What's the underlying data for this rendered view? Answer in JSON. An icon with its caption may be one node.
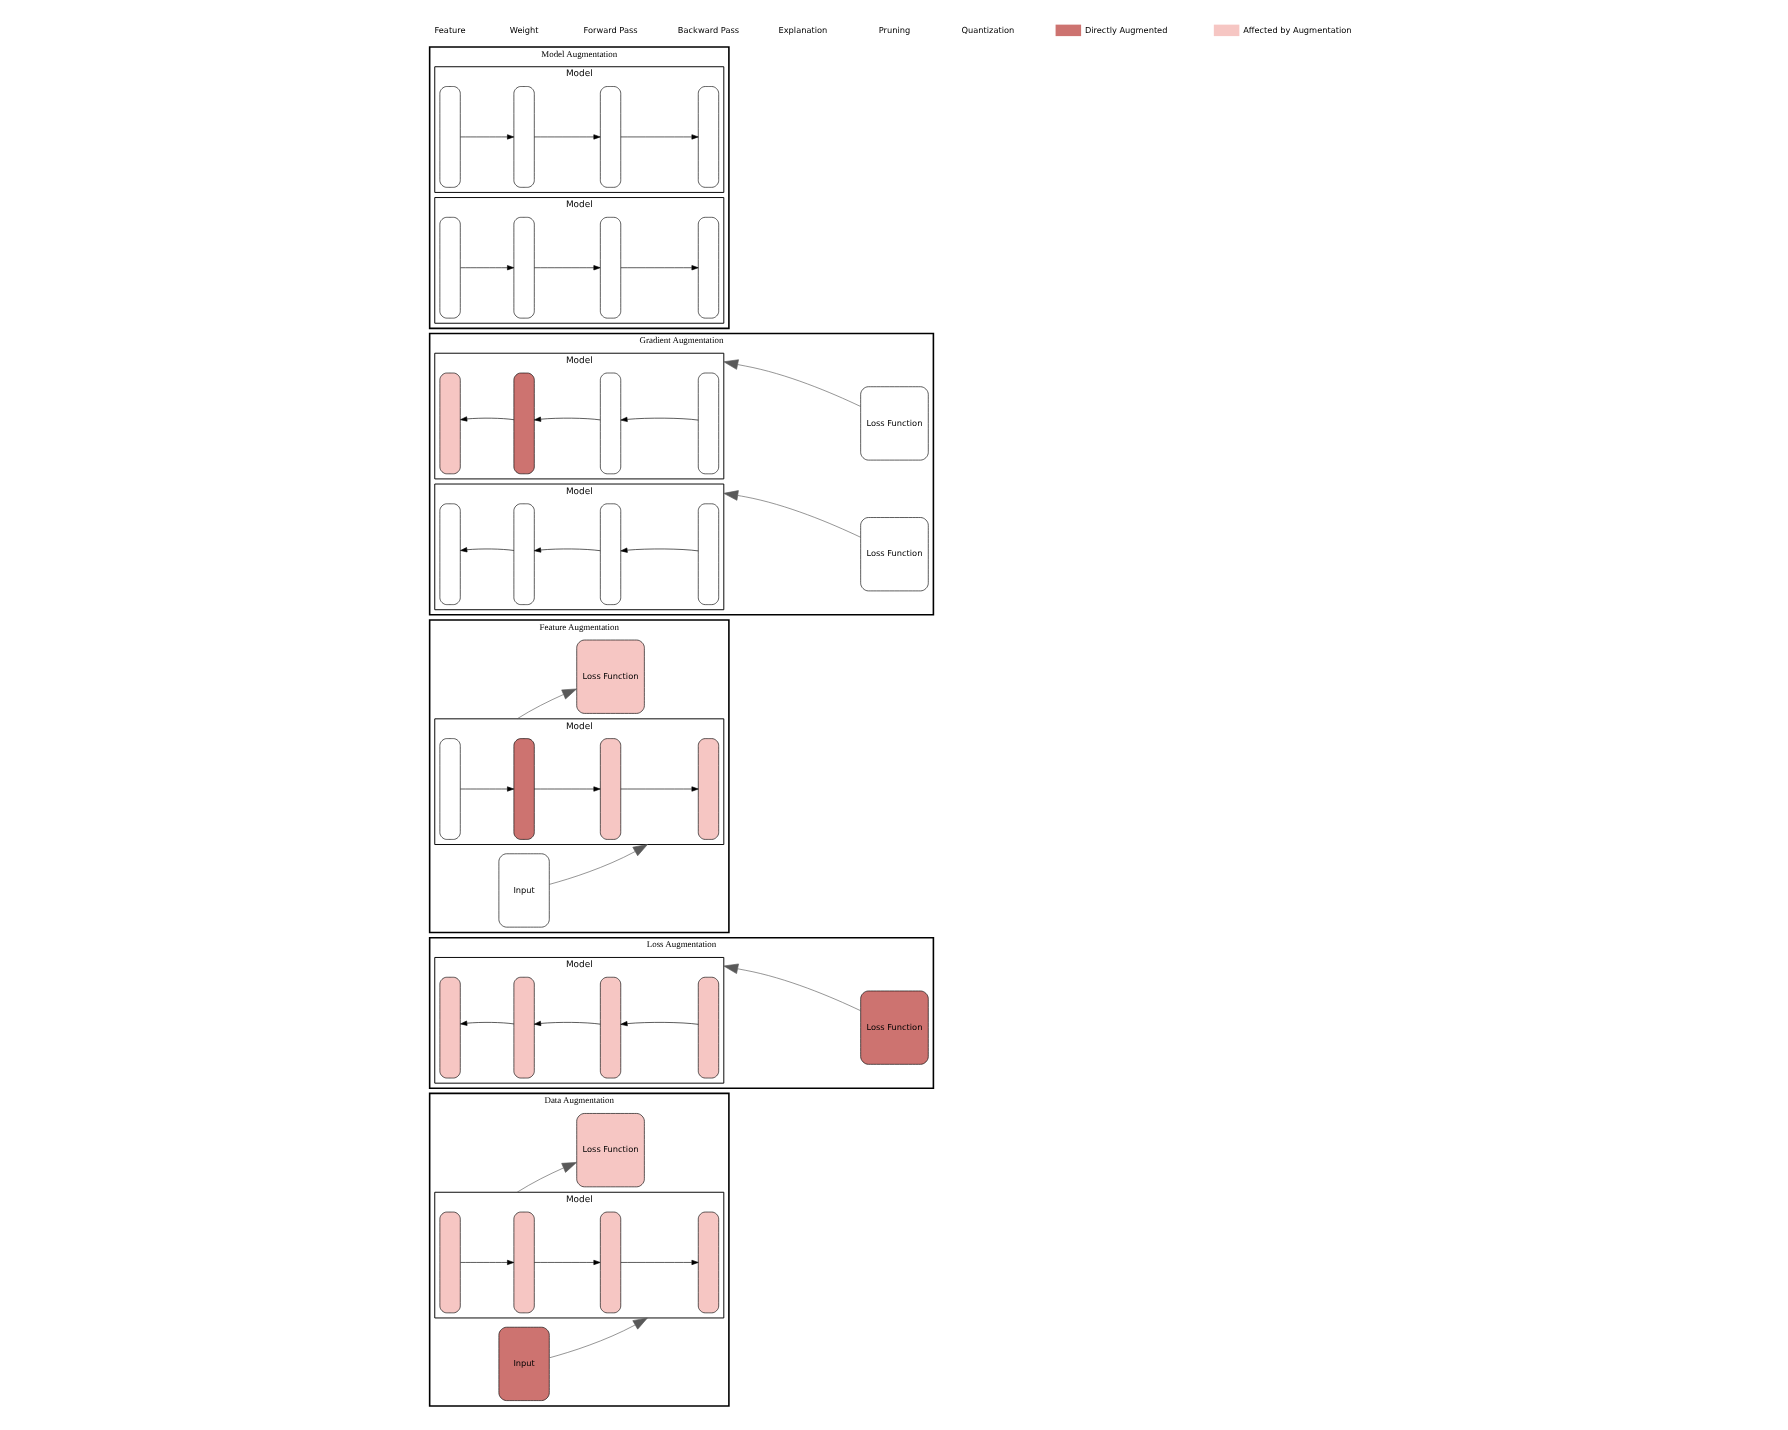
{
  "diagram": {
    "nodes": [
      {
        "text": [
          "Data Augmentation"
        ]
      },
      {
        "text": [
          "Input"
        ],
        "in": 0
      },
      {
        "text": [
          "Model"
        ],
        "in": 0
      },
      {
        "text": [],
        "shape": "bar",
        "in": 2
      },
      {
        "text": [],
        "shape": "bar",
        "in": 2
      },
      {
        "text": [],
        "shape": "bar",
        "in": 2
      },
      {
        "text": [],
        "shape": "bar",
        "in": 2
      },
      {
        "text": [
          "Loss Function"
        ],
        "in": 0
      },
      {
        "text": [
          "Loss Augmentation"
        ]
      },
      {
        "text": [
          "Model"
        ],
        "in": 8
      },
      {
        "text": [],
        "shape": "bar",
        "in": 9
      },
      {
        "text": [],
        "shape": "bar",
        "in": 9
      },
      {
        "text": [],
        "shape": "bar",
        "in": 9
      },
      {
        "text": [],
        "shape": "bar",
        "in": 9
      },
      {
        "text": [
          "Loss Function"
        ],
        "in": 8
      },
      {
        "text": [
          "Feature Augmentation"
        ]
      },
      {
        "text": [
          "Input"
        ],
        "in": 15
      },
      {
        "text": [
          "Model"
        ],
        "in": 15
      },
      {
        "text": [],
        "shape": "bar",
        "in": 17
      },
      {
        "text": [],
        "shape": "bar",
        "in": 17
      },
      {
        "text": [],
        "shape": "bar",
        "in": 17
      },
      {
        "text": [],
        "shape": "bar",
        "in": 17
      },
      {
        "text": [
          "Loss Function"
        ],
        "in": 15
      },
      {
        "text": [
          "Gradient Augmentation"
        ]
      },
      {
        "text": [
          "Model"
        ],
        "in": 23
      },
      {
        "text": [],
        "shape": "bar",
        "in": 24
      },
      {
        "text": [],
        "shape": "bar",
        "in": 24
      },
      {
        "text": [],
        "shape": "bar",
        "in": 24
      },
      {
        "text": [],
        "shape": "bar",
        "in": 24
      },
      {
        "text": [
          "Loss Function"
        ],
        "in": 23
      },
      {
        "text": [
          "Model"
        ],
        "in": 23
      },
      {
        "text": [],
        "shape": "bar",
        "in": 30
      },
      {
        "text": [],
        "shape": "bar",
        "in": 30
      },
      {
        "text": [],
        "shape": "bar",
        "in": 30
      },
      {
        "text": [],
        "shape": "bar",
        "in": 30
      },
      {
        "text": [
          "Loss Function"
        ],
        "in": 23
      },
      {
        "text": [
          "Model Augmentation"
        ]
      },
      {
        "text": [
          "Model"
        ],
        "in": 36
      },
      {
        "text": [],
        "shape": "bar",
        "in": 37
      },
      {
        "text": [],
        "shape": "bar",
        "in": 37
      },
      {
        "text": [],
        "shape": "bar",
        "in": 37
      },
      {
        "text": [],
        "shape": "bar",
        "in": 37
      },
      {
        "text": [
          "Model"
        ],
        "in": 36
      },
      {
        "text": [],
        "shape": "bar",
        "in": 42
      },
      {
        "text": [],
        "shape": "bar",
        "in": 42
      },
      {
        "text": [],
        "shape": "bar",
        "in": 42
      },
      {
        "text": [],
        "shape": "bar",
        "in": 42
      }
    ],
    "edges": [
      {
        "from": 1,
        "to": 2,
        "arrow": "to",
        "color": "#595959"
      },
      {
        "from": 3,
        "to": 4,
        "arrow": "to"
      },
      {
        "from": 4,
        "to": 5,
        "arrow": "to"
      },
      {
        "from": 5,
        "to": 6,
        "arrow": "to"
      },
      {
        "from": 2,
        "to": 7,
        "arrow": "to",
        "color": "#595959"
      },
      {
        "from": 14,
        "to": 9,
        "arrow": "to",
        "color": "#595959"
      },
      {
        "from": 13,
        "to": 12,
        "arrow": "to"
      },
      {
        "from": 12,
        "to": 11,
        "arrow": "to"
      },
      {
        "from": 11,
        "to": 10,
        "arrow": "to"
      },
      {
        "from": 16,
        "to": 17,
        "arrow": "to",
        "color": "#595959"
      },
      {
        "from": 18,
        "to": 19,
        "arrow": "to"
      },
      {
        "from": 19,
        "to": 20,
        "arrow": "to"
      },
      {
        "from": 20,
        "to": 21,
        "arrow": "to"
      },
      {
        "from": 17,
        "to": 22,
        "arrow": "to",
        "color": "#595959"
      },
      {
        "from": 29,
        "to": 24,
        "arrow": "to",
        "color": "#595959"
      },
      {
        "from": 28,
        "to": 27,
        "arrow": "to"
      },
      {
        "from": 27,
        "to": 26,
        "arrow": "to"
      },
      {
        "from": 26,
        "to": 25,
        "arrow": "to"
      },
      {
        "from": 35,
        "to": 30,
        "arrow": "to",
        "color": "#595959"
      },
      {
        "from": 34,
        "to": 33,
        "arrow": "to"
      },
      {
        "from": 33,
        "to": 32,
        "arrow": "to"
      },
      {
        "from": 32,
        "to": 31,
        "arrow": "to"
      },
      {
        "from": 38,
        "to": 39,
        "arrow": "to"
      },
      {
        "from": 39,
        "to": 40,
        "arrow": "to"
      },
      {
        "from": 40,
        "to": 41,
        "arrow": "to"
      },
      {
        "from": 43,
        "to": 44,
        "arrow": "to"
      },
      {
        "from": 44,
        "to": 45,
        "arrow": "to"
      },
      {
        "from": 45,
        "to": 46,
        "arrow": "to"
      }
    ],
    "legend": [
      {
        "text": "Feature"
      },
      {
        "text": "Weight"
      },
      {
        "text": "Forward Pass"
      },
      {
        "text": "Backward Pass"
      },
      {
        "text": "Explanation"
      },
      {
        "text": "Pruning"
      },
      {
        "text": "Quantization"
      },
      {
        "text": "Directly Augmented",
        "color": "#cd7370"
      },
      {
        "text": "Affected by Augmentation",
        "color": "#f6c6c3"
      }
    ]
  }
}
